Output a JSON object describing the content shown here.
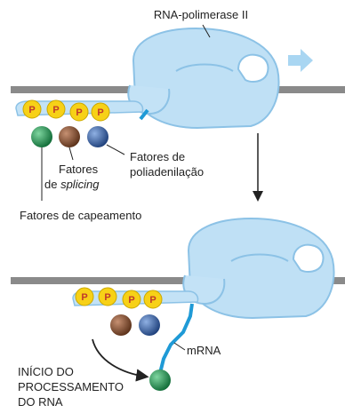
{
  "labels": {
    "polymerase": "RNA-polimerase II",
    "polyadenylation_factors_line1": "Fatores de",
    "polyadenylation_factors_line2": "poliadenilação",
    "splicing_factors_line1": "Fatores",
    "splicing_factors_prefix": "de ",
    "splicing_factors_italic": "splicing",
    "capping_factors": "Fatores de capeamento",
    "mrna": "mRNA",
    "start_line1": "INÍCIO DO",
    "start_line2": "PROCESSAMENTO",
    "start_line3": "DO RNA"
  },
  "phosphate": {
    "label": "P"
  },
  "colors": {
    "dna": "#8a8a8a",
    "polymerase_fill": "#bfe0f5",
    "polymerase_stroke": "#8cc2e6",
    "ctd_tail": "#c3e2f6",
    "rna_strand": "#1f9ad6",
    "phosphate_fill": "#f7d117",
    "phosphate_text": "#c0392b",
    "capping_factor": "#1e8c4e",
    "splicing_factor": "#7a4a2e",
    "polyadenylation_factor": "#2f5fa8",
    "direction_arrow": "#a9d6f2"
  }
}
